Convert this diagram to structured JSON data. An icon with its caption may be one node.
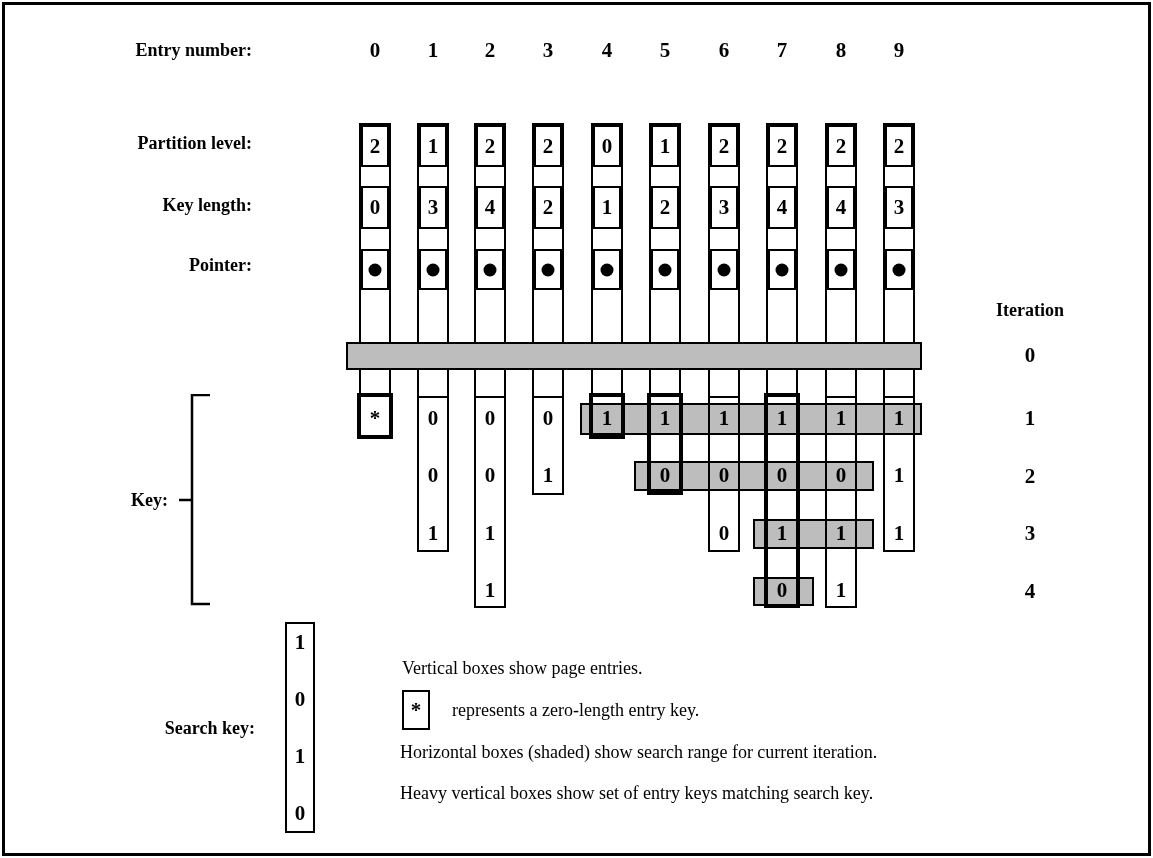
{
  "diagram": {
    "nodes": [
      {
        "text": [],
        "shape": "box"
      },
      {
        "text": [
          "2"
        ],
        "in": 0
      },
      {
        "text": [
          "0"
        ],
        "in": 0
      },
      {
        "text": [],
        "shape": "box",
        "in": 0
      },
      {
        "text": [],
        "shape": "box"
      },
      {
        "text": [
          "1"
        ],
        "in": 4
      },
      {
        "text": [
          "3"
        ],
        "in": 4
      },
      {
        "text": [],
        "shape": "box",
        "in": 4
      },
      {
        "text": [],
        "shape": "box"
      },
      {
        "text": [
          "2"
        ],
        "in": 8
      },
      {
        "text": [
          "4"
        ],
        "in": 8
      },
      {
        "text": [],
        "shape": "box",
        "in": 8
      },
      {
        "text": [],
        "shape": "box"
      },
      {
        "text": [
          "2"
        ],
        "in": 12
      },
      {
        "text": [
          "2"
        ],
        "in": 12
      },
      {
        "text": [],
        "shape": "box",
        "in": 12
      },
      {
        "text": [],
        "shape": "box"
      },
      {
        "text": [
          "0"
        ],
        "in": 16
      },
      {
        "text": [
          "1"
        ],
        "in": 16
      },
      {
        "text": [],
        "shape": "box",
        "in": 16
      },
      {
        "text": [],
        "shape": "box"
      },
      {
        "text": [
          "1"
        ],
        "in": 20
      },
      {
        "text": [
          "2"
        ],
        "in": 20
      },
      {
        "text": [],
        "shape": "box",
        "in": 20
      },
      {
        "text": [],
        "shape": "box"
      },
      {
        "text": [
          "2"
        ],
        "in": 24
      },
      {
        "text": [
          "3"
        ],
        "in": 24
      },
      {
        "text": [],
        "shape": "box",
        "in": 24
      },
      {
        "text": [],
        "shape": "box"
      },
      {
        "text": [
          "2"
        ],
        "in": 28
      },
      {
        "text": [
          "4"
        ],
        "in": 28
      },
      {
        "text": [],
        "shape": "box",
        "in": 28
      },
      {
        "text": [],
        "shape": "box"
      },
      {
        "text": [
          "2"
        ],
        "in": 32
      },
      {
        "text": [
          "4"
        ],
        "in": 32
      },
      {
        "text": [],
        "shape": "box",
        "in": 32
      },
      {
        "text": [],
        "shape": "box"
      },
      {
        "text": [
          "2"
        ],
        "in": 36
      },
      {
        "text": [
          "3"
        ],
        "in": 36
      },
      {
        "text": [],
        "shape": "box",
        "in": 36
      },
      {
        "text": [],
        "shape": "bar"
      },
      {
        "text": [],
        "shape": "box"
      },
      {
        "text": [
          "*"
        ],
        "in": 41
      },
      {
        "text": [],
        "shape": "box"
      },
      {
        "text": [
          "0"
        ],
        "in": 43
      },
      {
        "text": [
          "0"
        ],
        "in": 43
      },
      {
        "text": [
          "1"
        ],
        "in": 43
      },
      {
        "text": [],
        "shape": "box"
      },
      {
        "text": [
          "0"
        ],
        "in": 47
      },
      {
        "text": [
          "0"
        ],
        "in": 47
      },
      {
        "text": [
          "1"
        ],
        "in": 47
      },
      {
        "text": [
          "1"
        ],
        "in": 47
      },
      {
        "text": [],
        "shape": "box"
      },
      {
        "text": [
          "0"
        ],
        "in": 52
      },
      {
        "text": [
          "1"
        ],
        "in": 52
      },
      {
        "text": [],
        "shape": "box"
      },
      {
        "text": [
          "1"
        ]
      },
      {
        "text": [],
        "shape": "box"
      },
      {
        "text": [
          "1"
        ]
      },
      {
        "text": [
          "0"
        ]
      },
      {
        "text": [],
        "shape": "box"
      },
      {
        "text": [
          "1"
        ]
      },
      {
        "text": [
          "0"
        ]
      },
      {
        "text": [
          "0"
        ],
        "in": 60
      },
      {
        "text": [],
        "shape": "box"
      },
      {
        "text": [
          "1"
        ]
      },
      {
        "text": [
          "0"
        ]
      },
      {
        "text": [
          "1"
        ]
      },
      {
        "text": [
          "0"
        ]
      },
      {
        "text": [],
        "shape": "box"
      },
      {
        "text": [
          "1"
        ]
      },
      {
        "text": [
          "0"
        ]
      },
      {
        "text": [
          "1"
        ]
      },
      {
        "text": [
          "1"
        ],
        "in": 69
      },
      {
        "text": [],
        "shape": "box"
      },
      {
        "text": [
          "1"
        ]
      },
      {
        "text": [
          "1"
        ],
        "in": 74
      },
      {
        "text": [
          "1"
        ],
        "in": 74
      },
      {
        "text": [],
        "shape": "bar"
      },
      {
        "text": [],
        "shape": "bar"
      },
      {
        "text": [],
        "shape": "bar"
      },
      {
        "text": [],
        "shape": "bar"
      },
      {
        "text": [
          "1",
          "0",
          "1",
          "0"
        ],
        "beside": [
          "Search key:"
        ]
      },
      {
        "text": [
          "*"
        ],
        "beside": [
          "represents a zero-length entry key."
        ]
      }
    ],
    "labels": [
      "Entry number:",
      "0",
      "1",
      "2",
      "3",
      "4",
      "5",
      "6",
      "7",
      "8",
      "9",
      "Partition level:",
      "Key length:",
      "Pointer:",
      "Iteration",
      "0",
      "1",
      "2",
      "Key:",
      "3",
      "4",
      "Vertical boxes show page entries.",
      "Horizontal boxes (shaded) show search range for current iteration.",
      "Heavy vertical boxes show set of entry keys matching search key."
    ]
  }
}
